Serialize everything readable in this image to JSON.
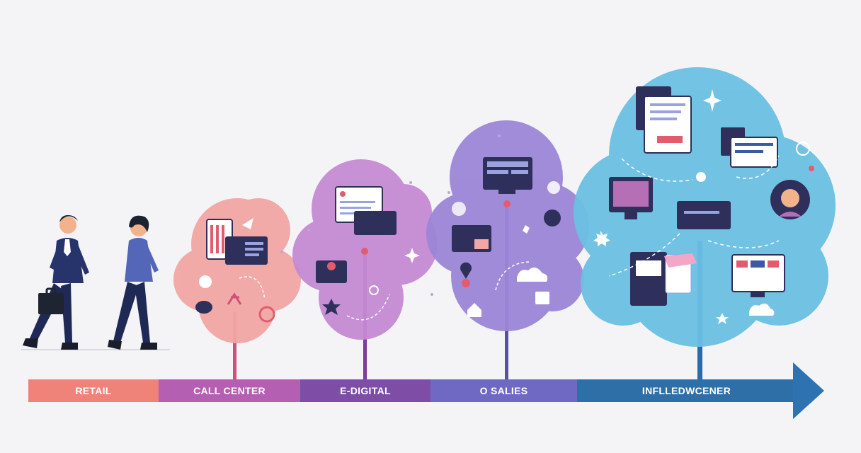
{
  "stages": [
    {
      "label": "RETAIL",
      "color": "#ef8379"
    },
    {
      "label": "CALL CENTER",
      "color": "#b45fb1"
    },
    {
      "label": "E-DIGITAL",
      "color": "#7e4ea6"
    },
    {
      "label": "O SALIES",
      "color": "#6f69c3"
    },
    {
      "label": "INFLLEDWCENER",
      "color": "#2f6fa8"
    }
  ],
  "colors": {
    "background": "#f4f4f7",
    "tree_retail": "#f2a7a4",
    "tree_call_center": "#c58ad3",
    "tree_digital": "#9c86d8",
    "tree_final": "#6cc0e4",
    "person_suit": "#27346b",
    "person_shirt": "#5466b8",
    "arrow_head": "#2f72b2"
  },
  "icons": [
    "walking-man-icon",
    "walking-woman-icon",
    "briefcase-icon",
    "window-icon",
    "chat-icon",
    "cloud-icon",
    "star-icon",
    "house-icon",
    "monitor-icon",
    "avatar-icon",
    "lock-icon",
    "target-icon"
  ]
}
